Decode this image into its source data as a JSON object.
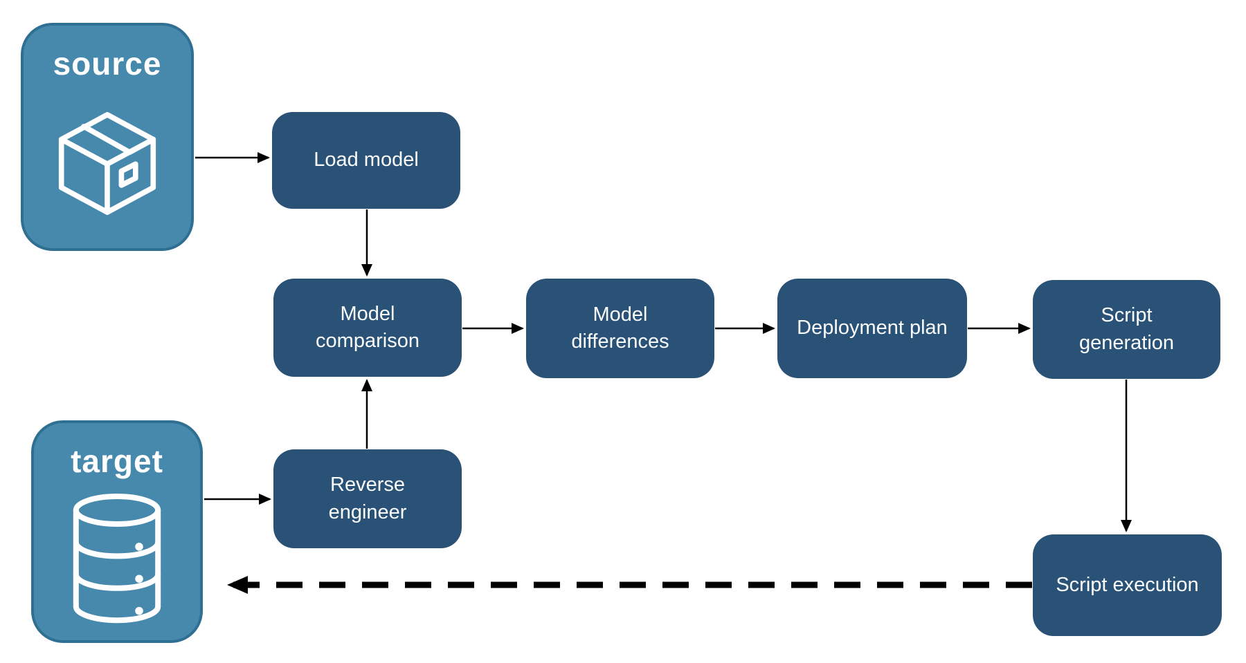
{
  "diagram": {
    "containers": {
      "source": {
        "label": "source",
        "icon": "package-icon"
      },
      "target": {
        "label": "target",
        "icon": "database-icon"
      }
    },
    "nodes": {
      "load_model": {
        "label": "Load model"
      },
      "model_comparison": {
        "label": "Model comparison"
      },
      "model_differences": {
        "label": "Model differences"
      },
      "deployment_plan": {
        "label": "Deployment plan"
      },
      "script_generation": {
        "label": "Script generation"
      },
      "reverse_engineer": {
        "label": "Reverse engineer"
      },
      "script_execution": {
        "label": "Script execution"
      }
    },
    "edges": [
      {
        "from": "source",
        "to": "load_model",
        "style": "solid"
      },
      {
        "from": "load_model",
        "to": "model_comparison",
        "style": "solid"
      },
      {
        "from": "model_comparison",
        "to": "model_differences",
        "style": "solid"
      },
      {
        "from": "model_differences",
        "to": "deployment_plan",
        "style": "solid"
      },
      {
        "from": "deployment_plan",
        "to": "script_generation",
        "style": "solid"
      },
      {
        "from": "script_generation",
        "to": "script_execution",
        "style": "solid"
      },
      {
        "from": "target",
        "to": "reverse_engineer",
        "style": "solid"
      },
      {
        "from": "reverse_engineer",
        "to": "model_comparison",
        "style": "solid"
      },
      {
        "from": "script_execution",
        "to": "target",
        "style": "dashed"
      }
    ],
    "colors": {
      "node_fill": "#295276",
      "container_fill": "#4789AC",
      "container_border": "#2E6F92",
      "text": "#FFFFFF",
      "arrow": "#000000"
    }
  }
}
